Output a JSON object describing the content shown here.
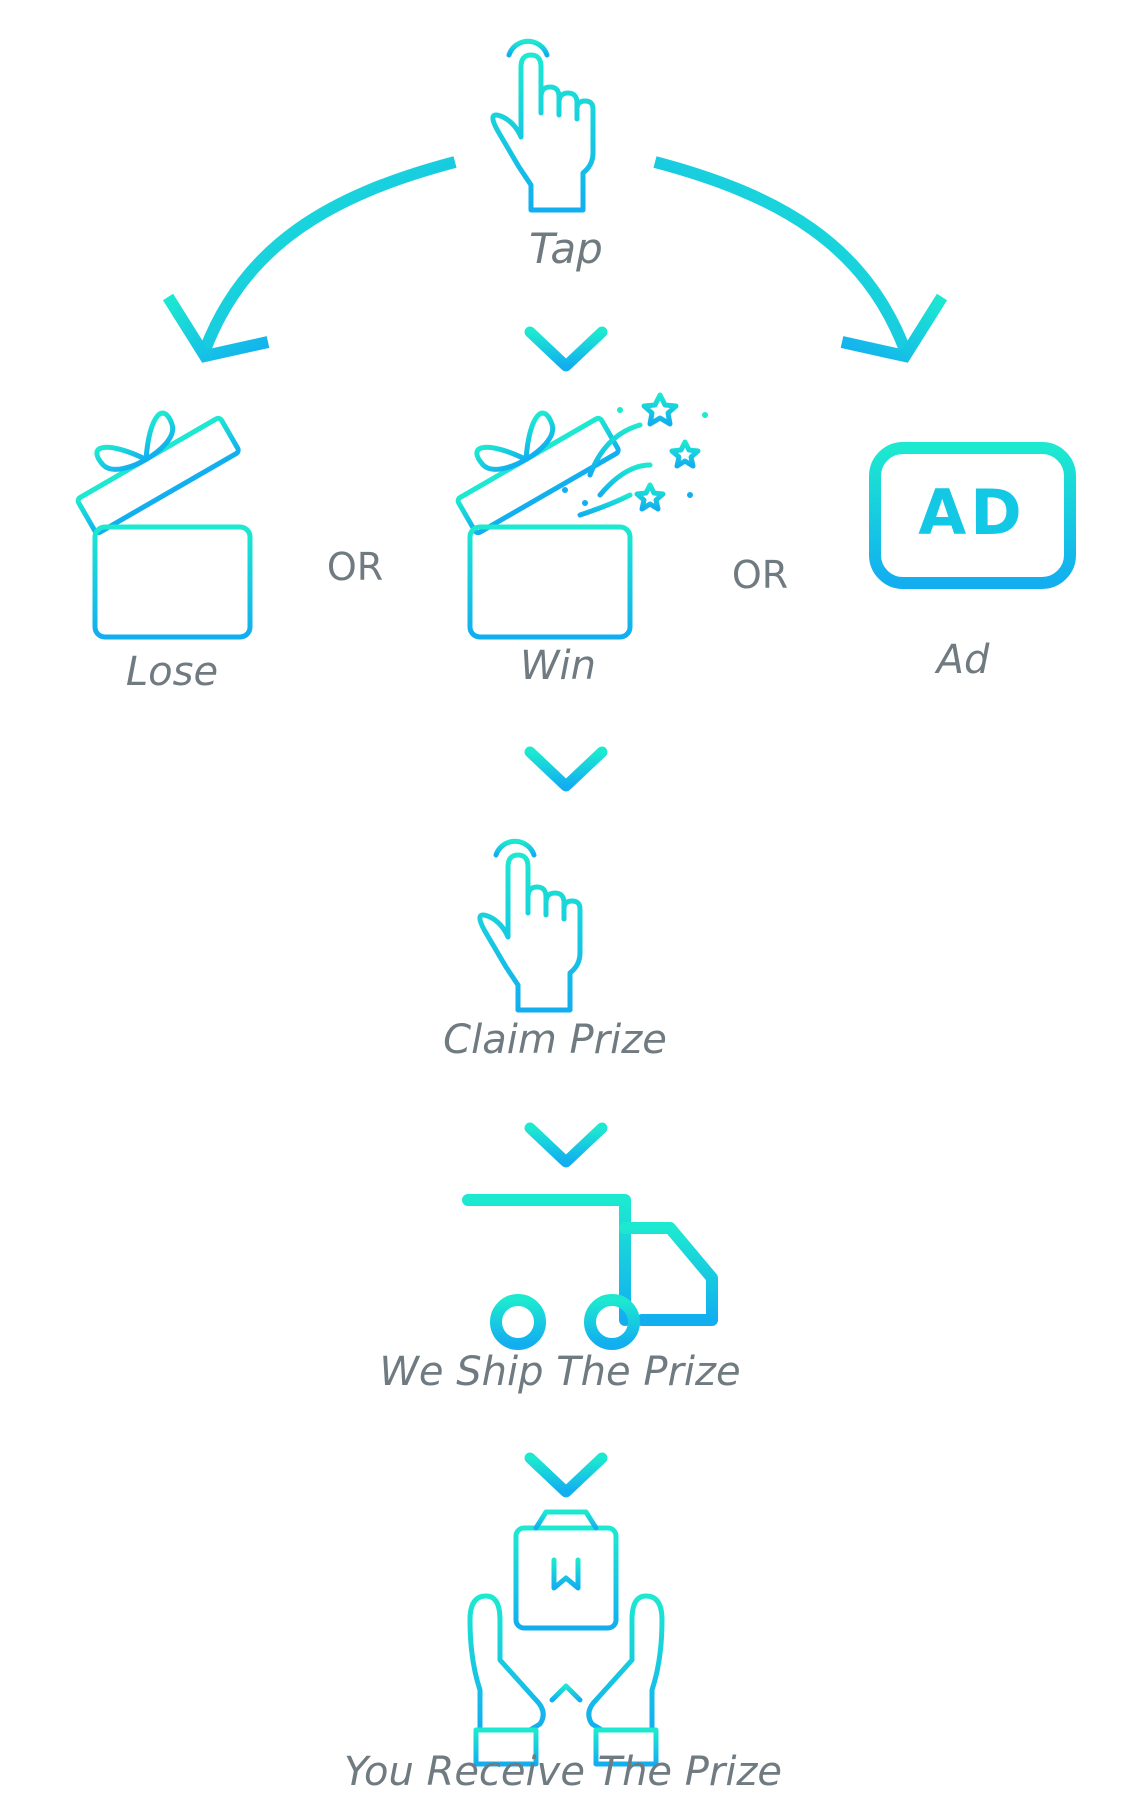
{
  "colors": {
    "accent_top": "#1de9d0",
    "accent_bottom": "#12aef0",
    "label": "#6f7b80"
  },
  "nodes": {
    "tap": {
      "label": "Tap",
      "icon": "pointing-hand-icon"
    },
    "lose": {
      "label": "Lose",
      "icon": "open-gift-box-icon"
    },
    "win": {
      "label": "Win",
      "icon": "gift-box-with-stars-icon"
    },
    "ad": {
      "label": "Ad",
      "icon": "ad-monitor-icon",
      "screen_text": "AD"
    },
    "claim": {
      "label": "Claim Prize",
      "icon": "pointing-hand-icon"
    },
    "ship": {
      "label": "We Ship The Prize",
      "icon": "delivery-truck-icon"
    },
    "receive": {
      "label": "You Receive The Prize",
      "icon": "hands-receiving-box-icon"
    }
  },
  "connectors": {
    "or_left": "OR",
    "or_right": "OR"
  }
}
